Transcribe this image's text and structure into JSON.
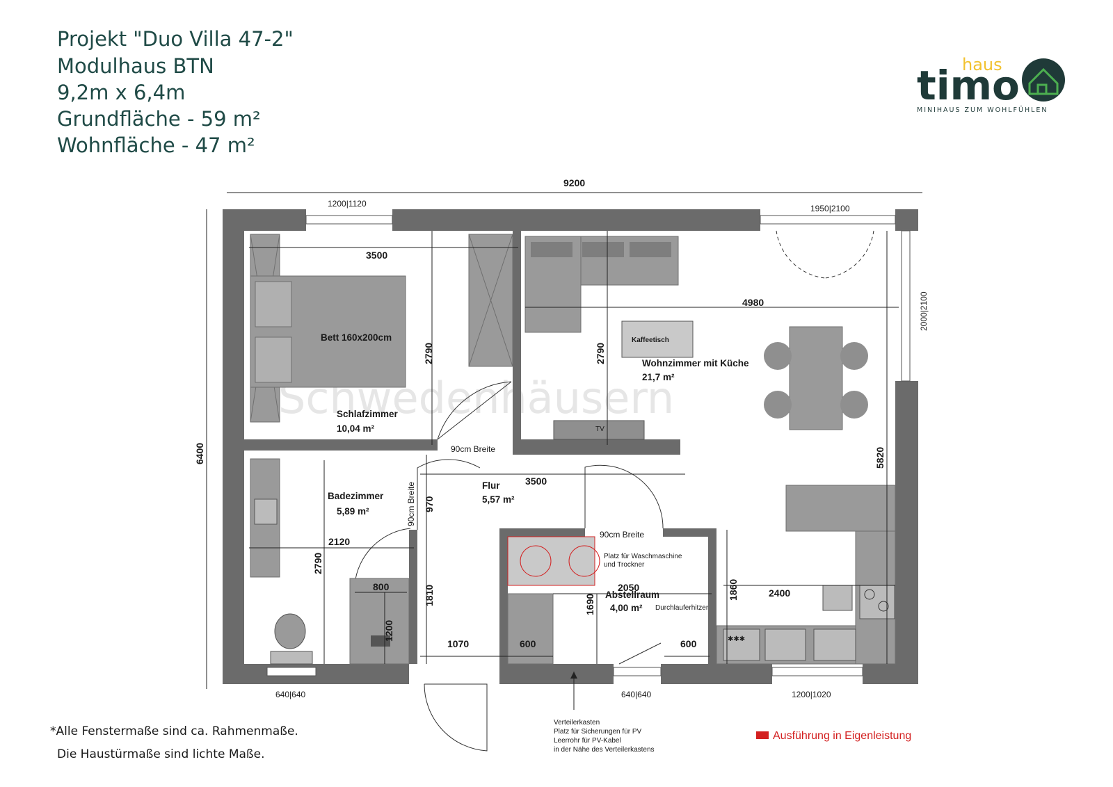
{
  "header": {
    "line1": "Projekt \"Duo Villa 47-2\"",
    "line2": "Modulhaus BTN",
    "line3": "9,2m x 6,4m",
    "line4": "Grundfläche - 59 m²",
    "line5": "Wohnfläche - 47 m²"
  },
  "logo": {
    "word": "timo",
    "word_small": "haus",
    "tagline": "MINIHAUS ZUM WOHLFÜHLEN",
    "colors": {
      "word": "#1f3a38",
      "small": "#f2c230",
      "accent": "#4caf50"
    }
  },
  "watermark": "Schwedenhäusern",
  "dimensions": {
    "total_width": "9200",
    "total_depth": "6400",
    "bed_width": "3500",
    "bed_depth": "2790",
    "living_width": "4980",
    "living_depth": "2790",
    "right_depth": "5820",
    "hall_width": "3500",
    "hall_depth": "970",
    "bath_width": "2120",
    "bath_depth": "2790",
    "shower_width": "800",
    "shower_depth": "1200",
    "hall_lower": "1810",
    "entry_width": "1070",
    "cabinet_width": "600",
    "storage_width": "2050",
    "storage_depth": "1690",
    "storage_door": "600",
    "kitchen_depth": "1860",
    "kitchen_width": "2400"
  },
  "windows": {
    "bedroom": "1200|1120",
    "terrace": "1950|2100",
    "side": "2000|2100",
    "bath": "640|640",
    "storage": "640|640",
    "kitchen": "1200|1020"
  },
  "rooms": {
    "bedroom": {
      "name": "Schlafzimmer",
      "area": "10,04 m²"
    },
    "living": {
      "name": "Wohnzimmer mit Küche",
      "area": "21,7 m²"
    },
    "bath": {
      "name": "Badezimmer",
      "area": "5,89 m²"
    },
    "hall": {
      "name": "Flur",
      "area": "5,57 m²"
    },
    "storage": {
      "name": "Abstellraum",
      "area": "4,00 m²"
    }
  },
  "furniture": {
    "bed": "Bett 160x200cm",
    "coffee_table": "Kaffeetisch",
    "tv": "TV",
    "boiler": "Durchlauferhitzer",
    "washer_line1": "Platz für Waschmaschine",
    "washer_line2": "und Trockner",
    "oven": "✱✱✱"
  },
  "doors": {
    "bedroom": "90cm Breite",
    "bath": "90cm Breite",
    "storage": "90cm Breite"
  },
  "distribution": {
    "line1": "Verteilerkasten",
    "line2": "Platz für Sicherungen für PV",
    "line3": "Leerrohr für PV-Kabel",
    "line4": "in der Nähe des Verteilerkastens"
  },
  "notes": {
    "line1": "*Alle Fenstermaße sind ca. Rahmenmaße.",
    "line2": "Die Haustürmaße sind lichte Maße."
  },
  "legend": {
    "label": "Ausführung in Eigenleistung",
    "color": "#d32020"
  }
}
